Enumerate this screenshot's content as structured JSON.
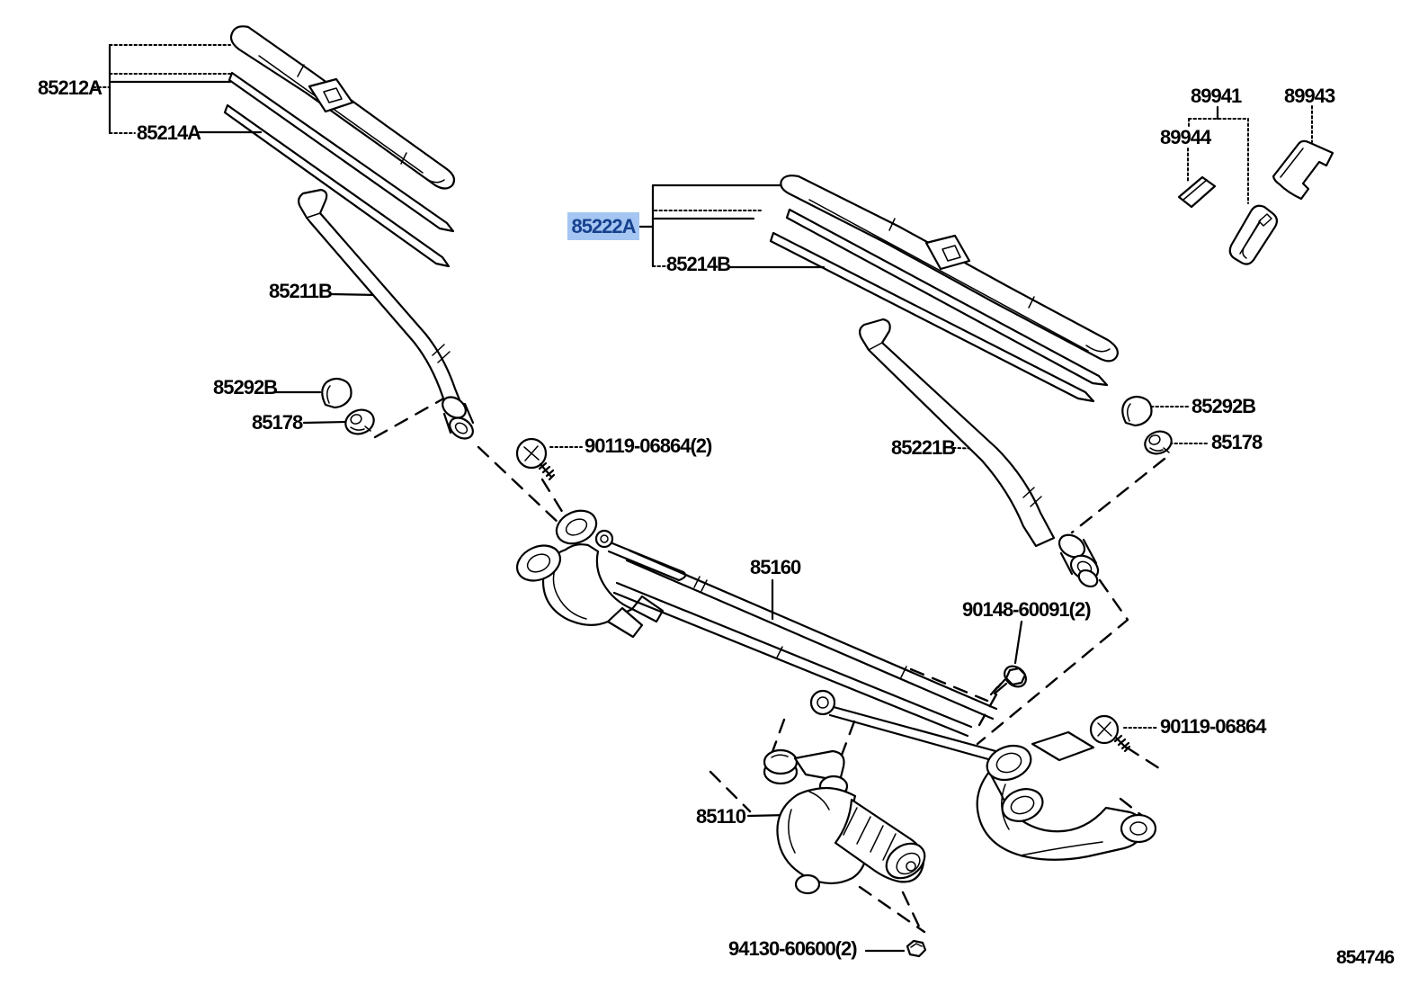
{
  "figure": {
    "number": "854746"
  },
  "highlight": {
    "bg": "#a5c6f2",
    "text": "#17418f",
    "selected_part": "85222A"
  },
  "colors": {
    "line": "#000000",
    "background": "#ffffff"
  },
  "labels": {
    "blade_assy_left": "85212A",
    "blade_rubber_left": "85214A",
    "arm_left": "85211B",
    "pivot_cap_left": "85292B",
    "arm_clip_left": "85178",
    "screw_arm_set": "90119-06864(2)",
    "blade_assy_right": "85222A",
    "blade_rubber_right": "85214B",
    "part_89941": "89941",
    "part_89943": "89943",
    "part_89944": "89944",
    "arm_right": "85221B",
    "pivot_cap_right": "85292B",
    "arm_clip_right": "85178",
    "link_assy": "85160",
    "bolt_link_set": "90148-60091(2)",
    "screw_link": "90119-06864",
    "motor": "85110",
    "nut_motor_set": "94130-60600(2)"
  }
}
